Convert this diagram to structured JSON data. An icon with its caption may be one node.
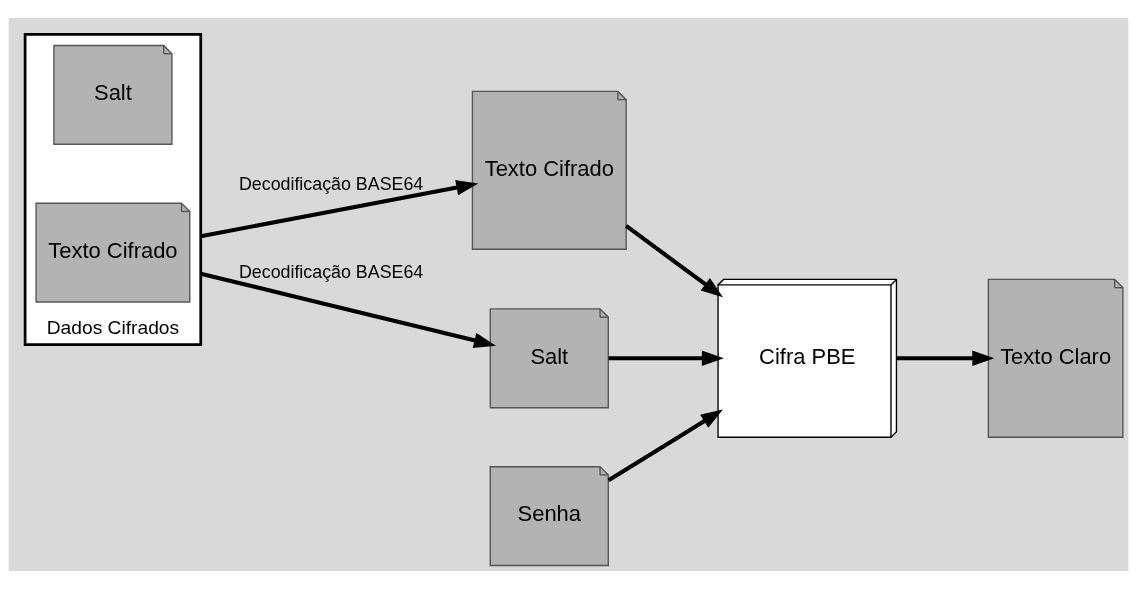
{
  "diagram": {
    "nodes": [
      {
        "text": [
          "Dados Cifrados"
        ]
      },
      {
        "text": [
          "Salt"
        ],
        "in": 0
      },
      {
        "text": [
          "Texto Cifrado"
        ],
        "in": 0
      },
      {
        "text": [
          "Texto Cifrado"
        ]
      },
      {
        "text": [
          "Senha"
        ]
      },
      {
        "text": [
          "Salt"
        ]
      },
      {
        "text": [
          "Cifra PBE"
        ]
      },
      {
        "text": [
          "Texto Claro"
        ]
      }
    ],
    "edges": [
      {
        "from": 0,
        "to": 3,
        "arrow": "to",
        "label": "Decodificação BASE64"
      },
      {
        "from": 0,
        "to": 5,
        "arrow": "to",
        "label": "Decodificação BASE64"
      },
      {
        "from": 3,
        "to": 6,
        "arrow": "to"
      },
      {
        "from": 4,
        "to": 6,
        "arrow": "to"
      },
      {
        "from": 5,
        "to": 6,
        "arrow": "to"
      },
      {
        "from": 6,
        "to": 7,
        "arrow": "to"
      }
    ]
  }
}
